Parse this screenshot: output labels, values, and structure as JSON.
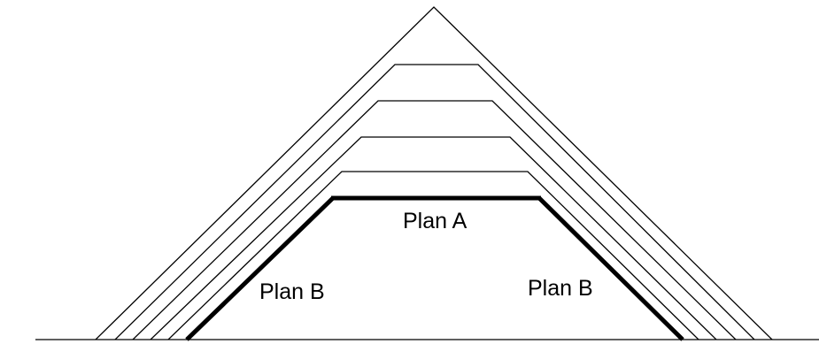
{
  "labels": {
    "plan_a": "Plan A",
    "plan_b_left": "Plan B",
    "plan_b_right": "Plan B"
  },
  "colors": {
    "line": "#000000",
    "background": "#ffffff"
  }
}
